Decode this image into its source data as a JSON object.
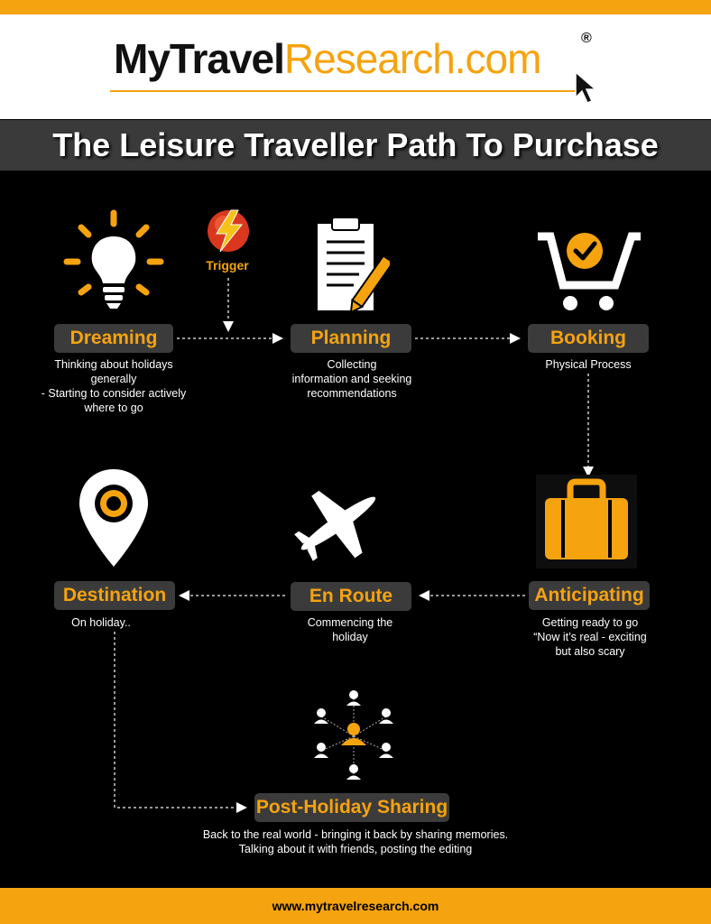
{
  "brand": {
    "part1": "MyTravel",
    "part2": "Research.com",
    "registered": "®"
  },
  "title": "The Leisure Traveller Path To Purchase",
  "trigger": {
    "label": "Trigger",
    "icon": "lightning-icon"
  },
  "steps": [
    {
      "label": "Dreaming",
      "icon": "lightbulb-icon",
      "desc": [
        "Thinking about holidays",
        "generally",
        "- Starting to consider actively",
        "where to go"
      ]
    },
    {
      "label": "Planning",
      "icon": "clipboard-pencil-icon",
      "desc": [
        "Collecting",
        "information and seeking",
        "recommendations"
      ]
    },
    {
      "label": "Booking",
      "icon": "shopping-cart-check-icon",
      "desc": [
        "Physical Process"
      ]
    },
    {
      "label": "Anticipating",
      "icon": "suitcase-icon",
      "desc": [
        "Getting ready to go",
        "“Now it’s real - exciting",
        "but also scary"
      ]
    },
    {
      "label": "En Route",
      "icon": "airplane-icon",
      "desc": [
        "Commencing the",
        "holiday"
      ]
    },
    {
      "label": "Destination",
      "icon": "map-pin-icon",
      "desc": [
        "On holiday.."
      ]
    },
    {
      "label": "Post-Holiday Sharing",
      "icon": "social-network-icon",
      "desc": [
        "Back to the real world - bringing it back by sharing memories.",
        "Talking about it with friends, posting the editing"
      ]
    }
  ],
  "footer": {
    "url": "www.mytravelresearch.com"
  },
  "colors": {
    "accent": "#F5A30F",
    "label_bg": "#3b3b3b",
    "background": "#000000"
  }
}
